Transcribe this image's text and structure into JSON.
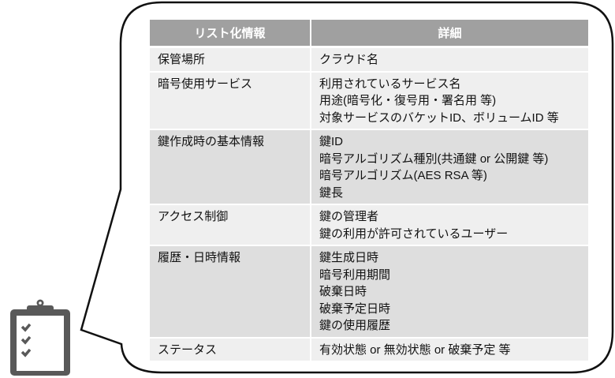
{
  "table": {
    "headers": [
      "リスト化情報",
      "詳細"
    ],
    "rows": [
      {
        "label": "保管場所",
        "details": [
          "クラウド名"
        ]
      },
      {
        "label": "暗号使用サービス",
        "details": [
          "利用されているサービス名",
          "用途(暗号化・復号用・署名用 等)",
          "対象サービスのバケットID、ボリュームID 等"
        ]
      },
      {
        "label": "鍵作成時の基本情報",
        "details": [
          "鍵ID",
          "暗号アルゴリズム種別(共通鍵 or 公開鍵 等)",
          "暗号アルゴリズム(AES RSA 等)",
          "鍵長"
        ]
      },
      {
        "label": "アクセス制御",
        "details": [
          "鍵の管理者",
          "鍵の利用が許可されているユーザー"
        ]
      },
      {
        "label": "履歴・日時情報",
        "details": [
          "鍵生成日時",
          "暗号利用期間",
          "破棄日時",
          "破棄予定日時",
          "鍵の使用履歴"
        ]
      },
      {
        "label": "ステータス",
        "details": [
          "有効状態 or 無効状態 or 破棄予定 等"
        ]
      }
    ]
  },
  "icons": {
    "clipboard": "clipboard-checklist-icon"
  },
  "colors": {
    "header_bg": "#a0a0a0",
    "row_light": "#efefef",
    "row_dark": "#dedede",
    "icon": "#595959"
  }
}
